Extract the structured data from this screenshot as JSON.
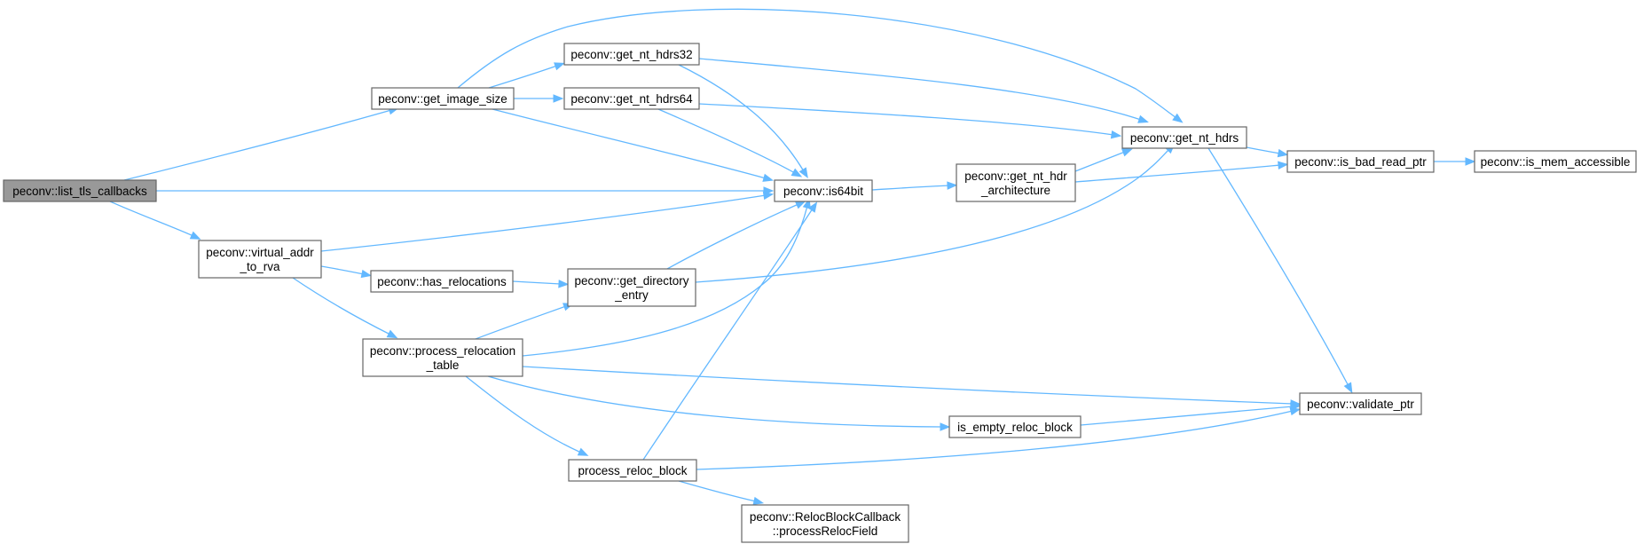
{
  "graph": {
    "title": "Call graph of peconv::list_tls_callbacks",
    "root": "list_tls_callbacks",
    "colors": {
      "edge": "#63b8ff",
      "node_border": "#666666",
      "root_fill": "#999999",
      "node_fill": "#ffffff"
    },
    "nodes": {
      "list_tls_callbacks": {
        "lines": [
          "peconv::list_tls_callbacks"
        ]
      },
      "get_image_size": {
        "lines": [
          "peconv::get_image_size"
        ]
      },
      "virtual_addr_to_rva": {
        "lines": [
          "peconv::virtual_addr",
          "_to_rva"
        ]
      },
      "get_nt_hdrs32": {
        "lines": [
          "peconv::get_nt_hdrs32"
        ]
      },
      "get_nt_hdrs64": {
        "lines": [
          "peconv::get_nt_hdrs64"
        ]
      },
      "has_relocations": {
        "lines": [
          "peconv::has_relocations"
        ]
      },
      "get_directory_entry": {
        "lines": [
          "peconv::get_directory",
          "_entry"
        ]
      },
      "process_relocation_table": {
        "lines": [
          "peconv::process_relocation",
          "_table"
        ]
      },
      "process_reloc_block": {
        "lines": [
          "process_reloc_block"
        ]
      },
      "is64bit": {
        "lines": [
          "peconv::is64bit"
        ]
      },
      "processRelocField": {
        "lines": [
          "peconv::RelocBlockCallback",
          "::processRelocField"
        ]
      },
      "get_nt_hdr_architecture": {
        "lines": [
          "peconv::get_nt_hdr",
          "_architecture"
        ]
      },
      "is_empty_reloc_block": {
        "lines": [
          "is_empty_reloc_block"
        ]
      },
      "get_nt_hdrs": {
        "lines": [
          "peconv::get_nt_hdrs"
        ]
      },
      "is_bad_read_ptr": {
        "lines": [
          "peconv::is_bad_read_ptr"
        ]
      },
      "validate_ptr": {
        "lines": [
          "peconv::validate_ptr"
        ]
      },
      "is_mem_accessible": {
        "lines": [
          "peconv::is_mem_accessible"
        ]
      }
    },
    "edges": [
      [
        "list_tls_callbacks",
        "get_image_size"
      ],
      [
        "list_tls_callbacks",
        "is64bit"
      ],
      [
        "list_tls_callbacks",
        "virtual_addr_to_rva"
      ],
      [
        "get_image_size",
        "get_nt_hdrs32"
      ],
      [
        "get_image_size",
        "get_nt_hdrs64"
      ],
      [
        "get_image_size",
        "is64bit"
      ],
      [
        "get_image_size",
        "get_nt_hdrs"
      ],
      [
        "get_nt_hdrs32",
        "is64bit"
      ],
      [
        "get_nt_hdrs32",
        "get_nt_hdrs"
      ],
      [
        "get_nt_hdrs64",
        "is64bit"
      ],
      [
        "get_nt_hdrs64",
        "get_nt_hdrs"
      ],
      [
        "virtual_addr_to_rva",
        "is64bit"
      ],
      [
        "virtual_addr_to_rva",
        "has_relocations"
      ],
      [
        "virtual_addr_to_rva",
        "process_relocation_table"
      ],
      [
        "has_relocations",
        "get_directory_entry"
      ],
      [
        "get_directory_entry",
        "is64bit"
      ],
      [
        "get_directory_entry",
        "get_nt_hdrs"
      ],
      [
        "process_relocation_table",
        "get_directory_entry"
      ],
      [
        "process_relocation_table",
        "is64bit"
      ],
      [
        "process_relocation_table",
        "validate_ptr"
      ],
      [
        "process_relocation_table",
        "is_empty_reloc_block"
      ],
      [
        "process_relocation_table",
        "process_reloc_block"
      ],
      [
        "process_reloc_block",
        "is64bit"
      ],
      [
        "process_reloc_block",
        "validate_ptr"
      ],
      [
        "process_reloc_block",
        "processRelocField"
      ],
      [
        "is64bit",
        "get_nt_hdr_architecture"
      ],
      [
        "get_nt_hdr_architecture",
        "get_nt_hdrs"
      ],
      [
        "get_nt_hdr_architecture",
        "is_bad_read_ptr"
      ],
      [
        "is_empty_reloc_block",
        "validate_ptr"
      ],
      [
        "get_nt_hdrs",
        "is_bad_read_ptr"
      ],
      [
        "get_nt_hdrs",
        "validate_ptr"
      ],
      [
        "is_bad_read_ptr",
        "is_mem_accessible"
      ]
    ]
  }
}
